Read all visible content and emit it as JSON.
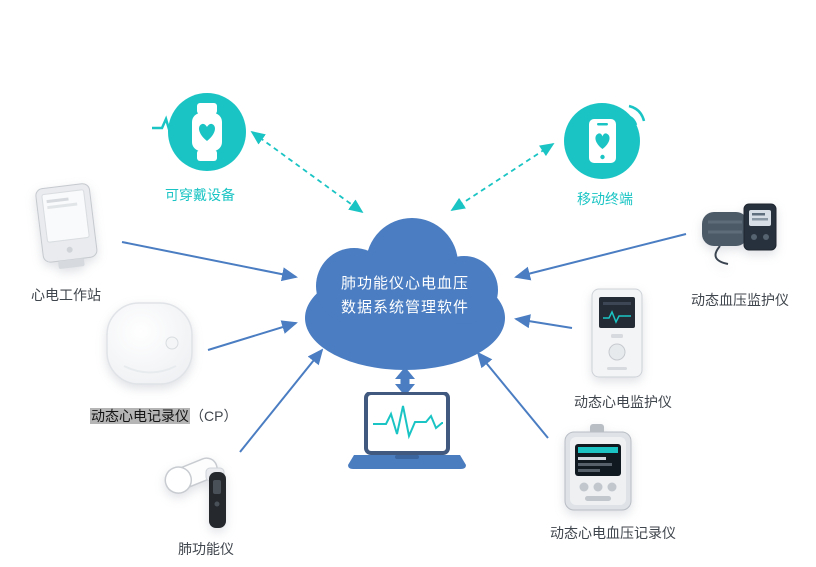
{
  "cloud": {
    "line1": "肺功能仪心电血压",
    "line2": "数据系统管理软件"
  },
  "nodes": {
    "wearable": {
      "label": "可穿戴设备",
      "icon": "smartwatch-icon"
    },
    "mobile": {
      "label": "移动终端",
      "icon": "smartphone-icon"
    },
    "ecg_workstation": {
      "label": "心电工作站",
      "icon": "ecg-workstation-device-icon"
    },
    "holter_recorder": {
      "label_main": "动态心电记录仪",
      "label_suffix": "（CP）",
      "icon": "holter-recorder-device-icon"
    },
    "spirometer": {
      "label": "肺功能仪",
      "icon": "spirometer-device-icon"
    },
    "abp_monitor": {
      "label": "动态血压监护仪",
      "icon": "blood-pressure-monitor-device-icon"
    },
    "holter_monitor": {
      "label": "动态心电监护仪",
      "icon": "holter-monitor-device-icon"
    },
    "ecg_bp_recorder": {
      "label": "动态心电血压记录仪",
      "icon": "ecg-bp-recorder-device-icon"
    }
  },
  "laptop": {
    "icon": "laptop-ecg-icon"
  },
  "colors": {
    "cloud_blue": "#4a7dc2",
    "arrow_blue": "#4a7dc2",
    "teal": "#1bc4c4",
    "label_text": "#40464d",
    "highlight_gray": "#b5b5b5"
  }
}
